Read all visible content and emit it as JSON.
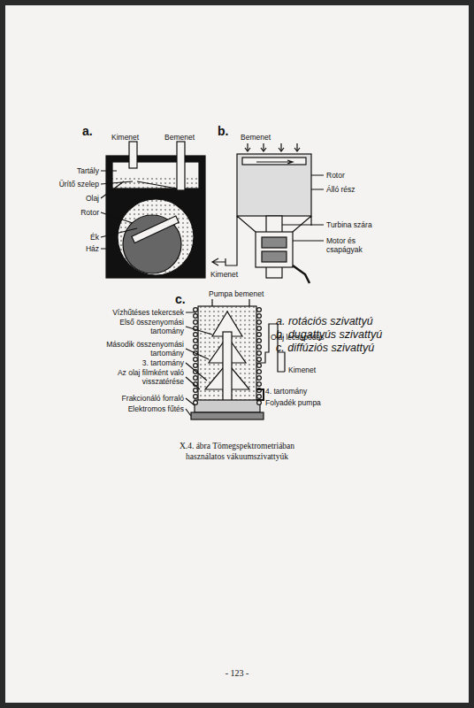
{
  "diagram": {
    "caption": "X.4. ábra Tömegspektrometriában használatos vákuumszivattyúk",
    "labels": [
      "a.",
      "Kimenet",
      "Bemenet",
      "Tartály",
      "Ürítő szelep",
      "Olaj",
      "Rotor",
      "Ék",
      "Ház",
      "b.",
      "Bemenet",
      "Rotor",
      "Álló rész",
      "Turbina szára",
      "Motor és csapágyak",
      "Kimenet",
      "c.",
      "Pumpa bemenet",
      "Vízhűtéses tekercsek",
      "Első összenyomási tartomány",
      "Második összenyomási tartomány",
      "3. tartomány",
      "Az olaj filmként való visszatérése",
      "Frakcionáló forraló",
      "Elektromos fűtés",
      "Olaj lecsapódás",
      "Kimenet",
      "4. tartomány",
      "Folyadék pumpa",
      "a. rotációs szivattyú",
      "b. dugattyús szivattyú",
      "c. diffúziós szivattyú",
      "- 123 -"
    ]
  }
}
